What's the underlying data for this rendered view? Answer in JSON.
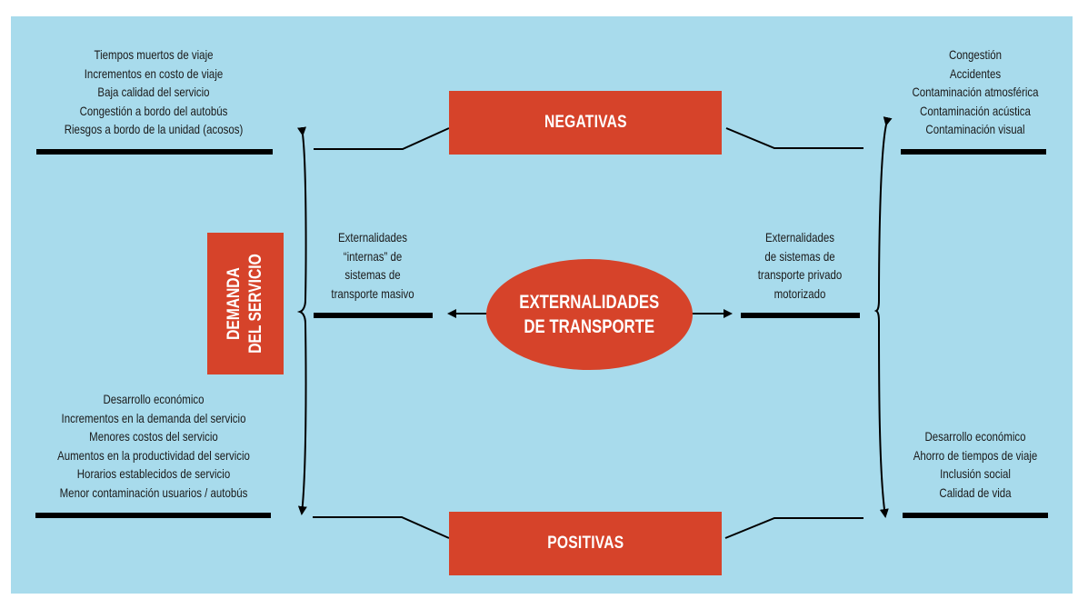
{
  "diagram": {
    "center": {
      "line1": "EXTERNALIDADES",
      "line2": "DE TRANSPORTE"
    },
    "negative_label": "NEGATIVAS",
    "positive_label": "POSITIVAS",
    "demand_label": {
      "line1": "DEMANDA",
      "line2": "DEL SERVICIO"
    },
    "internal_externalities": [
      "Externalidades",
      "“internas” de",
      "sistemas de",
      "transporte masivo"
    ],
    "private_externalities": [
      "Externalidades",
      "de sistemas de",
      "transporte privado",
      "motorizado"
    ],
    "mass_transit_negative": [
      "Tiempos muertos de viaje",
      "Incrementos en costo de viaje",
      "Baja calidad del servicio",
      "Congestión a bordo del autobús",
      "Riesgos a bordo de la unidad (acosos)"
    ],
    "private_negative": [
      "Congestión",
      "Accidentes",
      "Contaminación atmosférica",
      "Contaminación acústica",
      "Contaminación visual"
    ],
    "mass_transit_positive": [
      "Desarrollo económico",
      "Incrementos en la demanda del servicio",
      "Menores costos del servicio",
      "Aumentos en la productividad del servicio",
      "Horarios establecidos de servicio",
      "Menor contaminación usuarios / autobús"
    ],
    "private_positive": [
      "Desarrollo económico",
      "Ahorro de tiempos de viaje",
      "Inclusión social",
      "Calidad de vida"
    ],
    "colors": {
      "background": "#a8dbec",
      "accent": "#d6432a",
      "text": "#1a1a1a",
      "label_text": "#ffffff"
    }
  }
}
